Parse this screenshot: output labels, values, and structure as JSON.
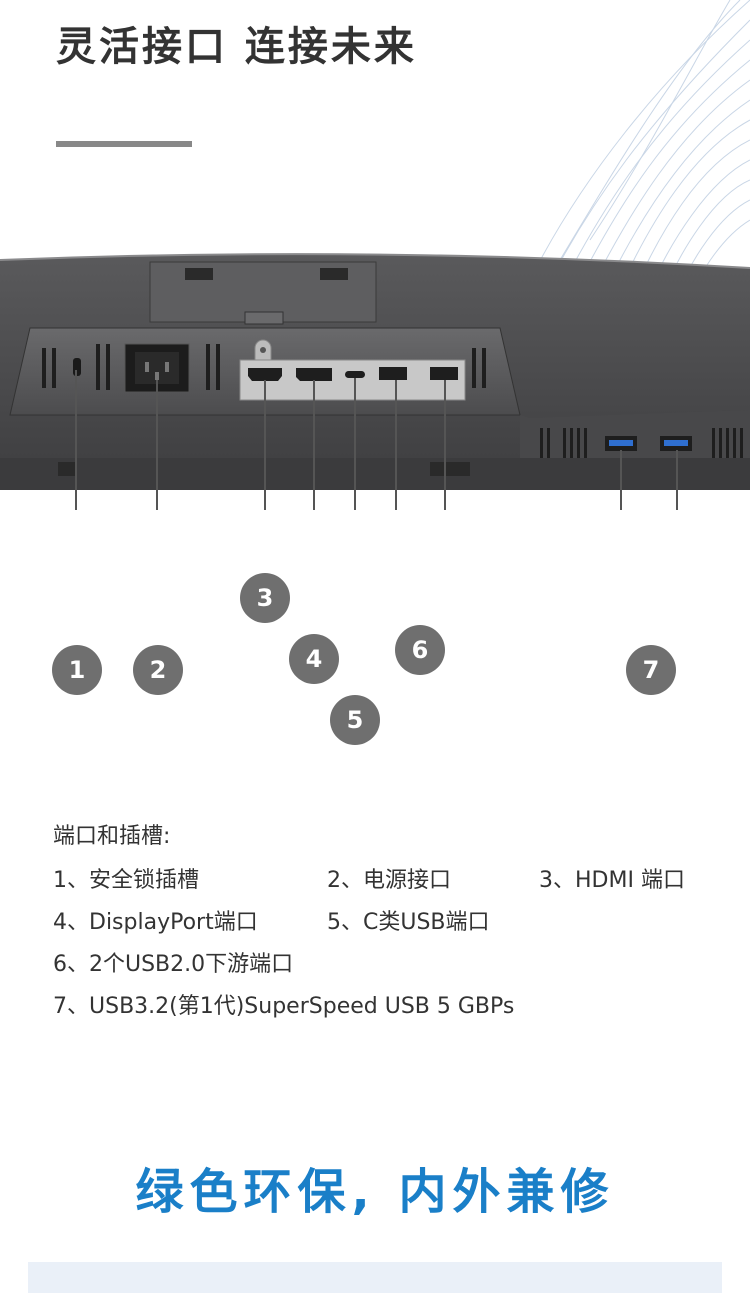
{
  "header": {
    "title": "灵活接口 连接未来"
  },
  "callouts": [
    "1",
    "2",
    "3",
    "4",
    "5",
    "6",
    "7"
  ],
  "ports": {
    "heading": "端口和插槽:",
    "item1": "1、安全锁插槽",
    "item2": "2、电源接口",
    "item3": "3、HDMI 端口",
    "item4": "4、DisplayPort端口",
    "item5": "5、C类USB端口",
    "item6": "6、2个USB2.0下游端口",
    "item7": "7、USB3.2(第1代)SuperSpeed USB 5 GBPs"
  },
  "footer": {
    "title": "绿色环保, 内外兼修"
  },
  "colors": {
    "accent": "#1a7fc8",
    "badge": "#6f6f6f",
    "monitor": "#4a4a4c"
  }
}
